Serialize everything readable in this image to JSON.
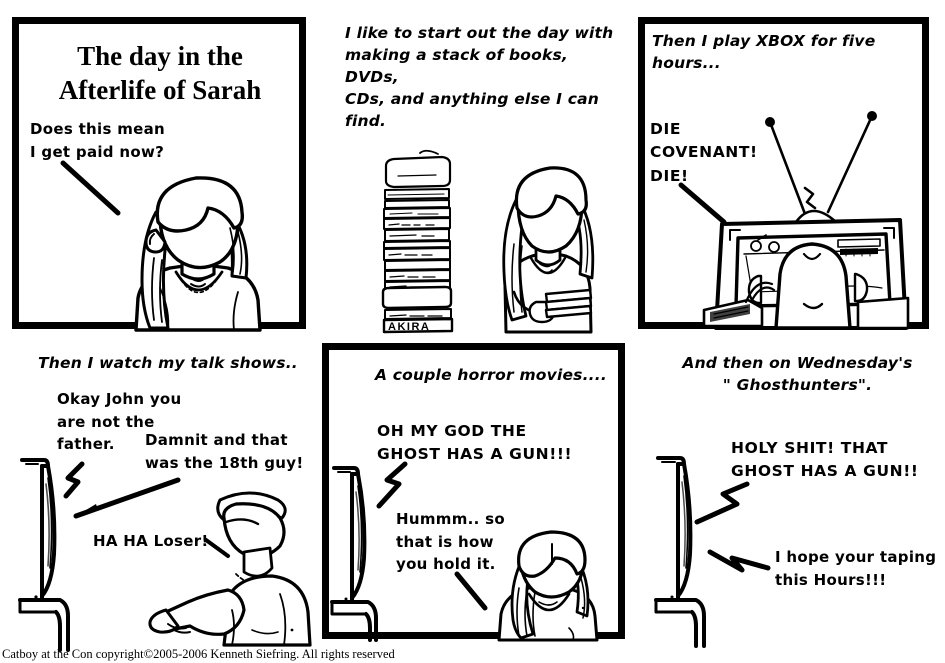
{
  "comic": {
    "title": "The day in the\nAfterlife of Sarah",
    "footer": "Catboy at the Con copyright©2005-2006 Kenneth Siefring.  All rights reserved",
    "colors": {
      "ink": "#000000",
      "paper": "#ffffff"
    },
    "panels": [
      {
        "id": "panel-1",
        "framed": true,
        "title": "The day in the\nAfterlife of Sarah",
        "speech": [
          "Does this mean\nI get paid now?"
        ],
        "art": "girl-portrait"
      },
      {
        "id": "panel-2",
        "framed": false,
        "caption": "I like to start out the day with\nmaking a stack of books,  DVDs,\nCDs,  and anything else I can find.",
        "speech": [],
        "art": "book-stack-and-girl",
        "book_label": "AKIRA"
      },
      {
        "id": "panel-3",
        "framed": true,
        "caption": "Then I play XBOX for five hours...",
        "speech": [
          "DIE\nCOVENANT!\nDIE!"
        ],
        "art": "tv-xbox-player"
      },
      {
        "id": "panel-4",
        "framed": false,
        "caption": "Then I watch my talk shows..",
        "speech": [
          "Okay John you\nare not the\nfather.",
          "Damnit and that\nwas the 18th guy!",
          "HA HA Loser!"
        ],
        "art": "tv-side-and-pointing-man"
      },
      {
        "id": "panel-5",
        "framed": true,
        "caption": "A couple horror movies....",
        "speech": [
          "OH MY GOD THE\nGHOST HAS A GUN!!!",
          "Hummm.. so\nthat is how\nyou hold it."
        ],
        "art": "tv-side-and-girl"
      },
      {
        "id": "panel-6",
        "framed": false,
        "caption": "And then on Wednesday's\n\" Ghosthunters\".",
        "speech": [
          "HOLY SHIT!  THAT\nGHOST HAS A GUN!!",
          "I hope your taping\nthis Hours!!!"
        ],
        "art": "tv-side-view"
      }
    ]
  }
}
